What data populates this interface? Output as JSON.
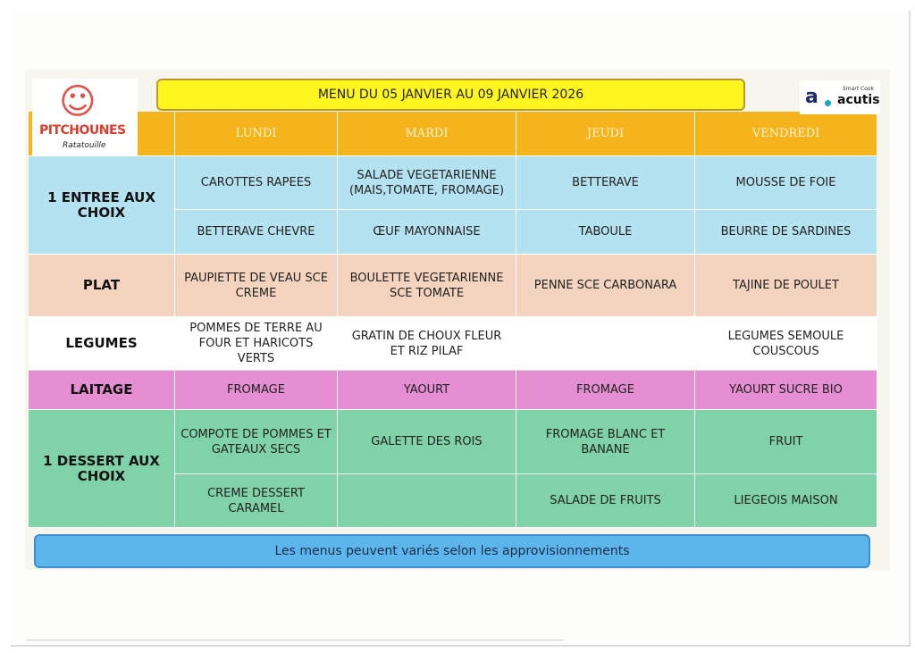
{
  "title": "MENU DU 05 JANVIER AU 09 JANVIER 2026",
  "logo_left": {
    "brand": "PITCHOUNES",
    "sub": "Ratatouille"
  },
  "logo_right": {
    "tagline": "Smart Cook",
    "name": "acutis"
  },
  "days": [
    "LUNDI",
    "MARDI",
    "JEUDI",
    "VENDREDI"
  ],
  "rows": {
    "entree": {
      "label": "1 ENTREE AUX CHOIX",
      "a": [
        "CAROTTES RAPEES",
        "SALADE VEGETARIENNE (MAIS,TOMATE, FROMAGE)",
        "BETTERAVE",
        "MOUSSE DE FOIE"
      ],
      "b": [
        "BETTERAVE CHEVRE",
        "ŒUF MAYONNAISE",
        "TABOULE",
        "BEURRE DE SARDINES"
      ]
    },
    "plat": {
      "label": "PLAT",
      "a": [
        "PAUPIETTE DE VEAU SCE CREME",
        "BOULETTE VEGETARIENNE SCE TOMATE",
        "PENNE SCE CARBONARA",
        "TAJINE DE POULET"
      ]
    },
    "legumes": {
      "label": "LEGUMES",
      "a": [
        "POMMES DE TERRE AU FOUR ET HARICOTS VERTS",
        "GRATIN DE CHOUX FLEUR ET RIZ PILAF",
        "",
        "LEGUMES SEMOULE COUSCOUS"
      ]
    },
    "laitage": {
      "label": "LAITAGE",
      "a": [
        "FROMAGE",
        "YAOURT",
        "FROMAGE",
        "YAOURT SUCRE BIO"
      ]
    },
    "dessert": {
      "label": "1 DESSERT AUX CHOIX",
      "a": [
        "COMPOTE DE POMMES ET GATEAUX SECS",
        "GALETTE DES ROIS",
        "FROMAGE BLANC ET BANANE",
        "FRUIT"
      ],
      "b": [
        "CREME DESSERT CARAMEL",
        "",
        "SALADE DE FRUITS",
        "LIEGEOIS MAISON"
      ]
    }
  },
  "footer": "Les menus peuvent variés selon les approvisionnements",
  "colors": {
    "header": "#f5b41c",
    "entree": "#b4e2f1",
    "plat": "#f4d4be",
    "laitage": "#e58ed2",
    "dessert": "#80d3a8",
    "title": "#fff51f",
    "footer": "#5cb6ec"
  }
}
